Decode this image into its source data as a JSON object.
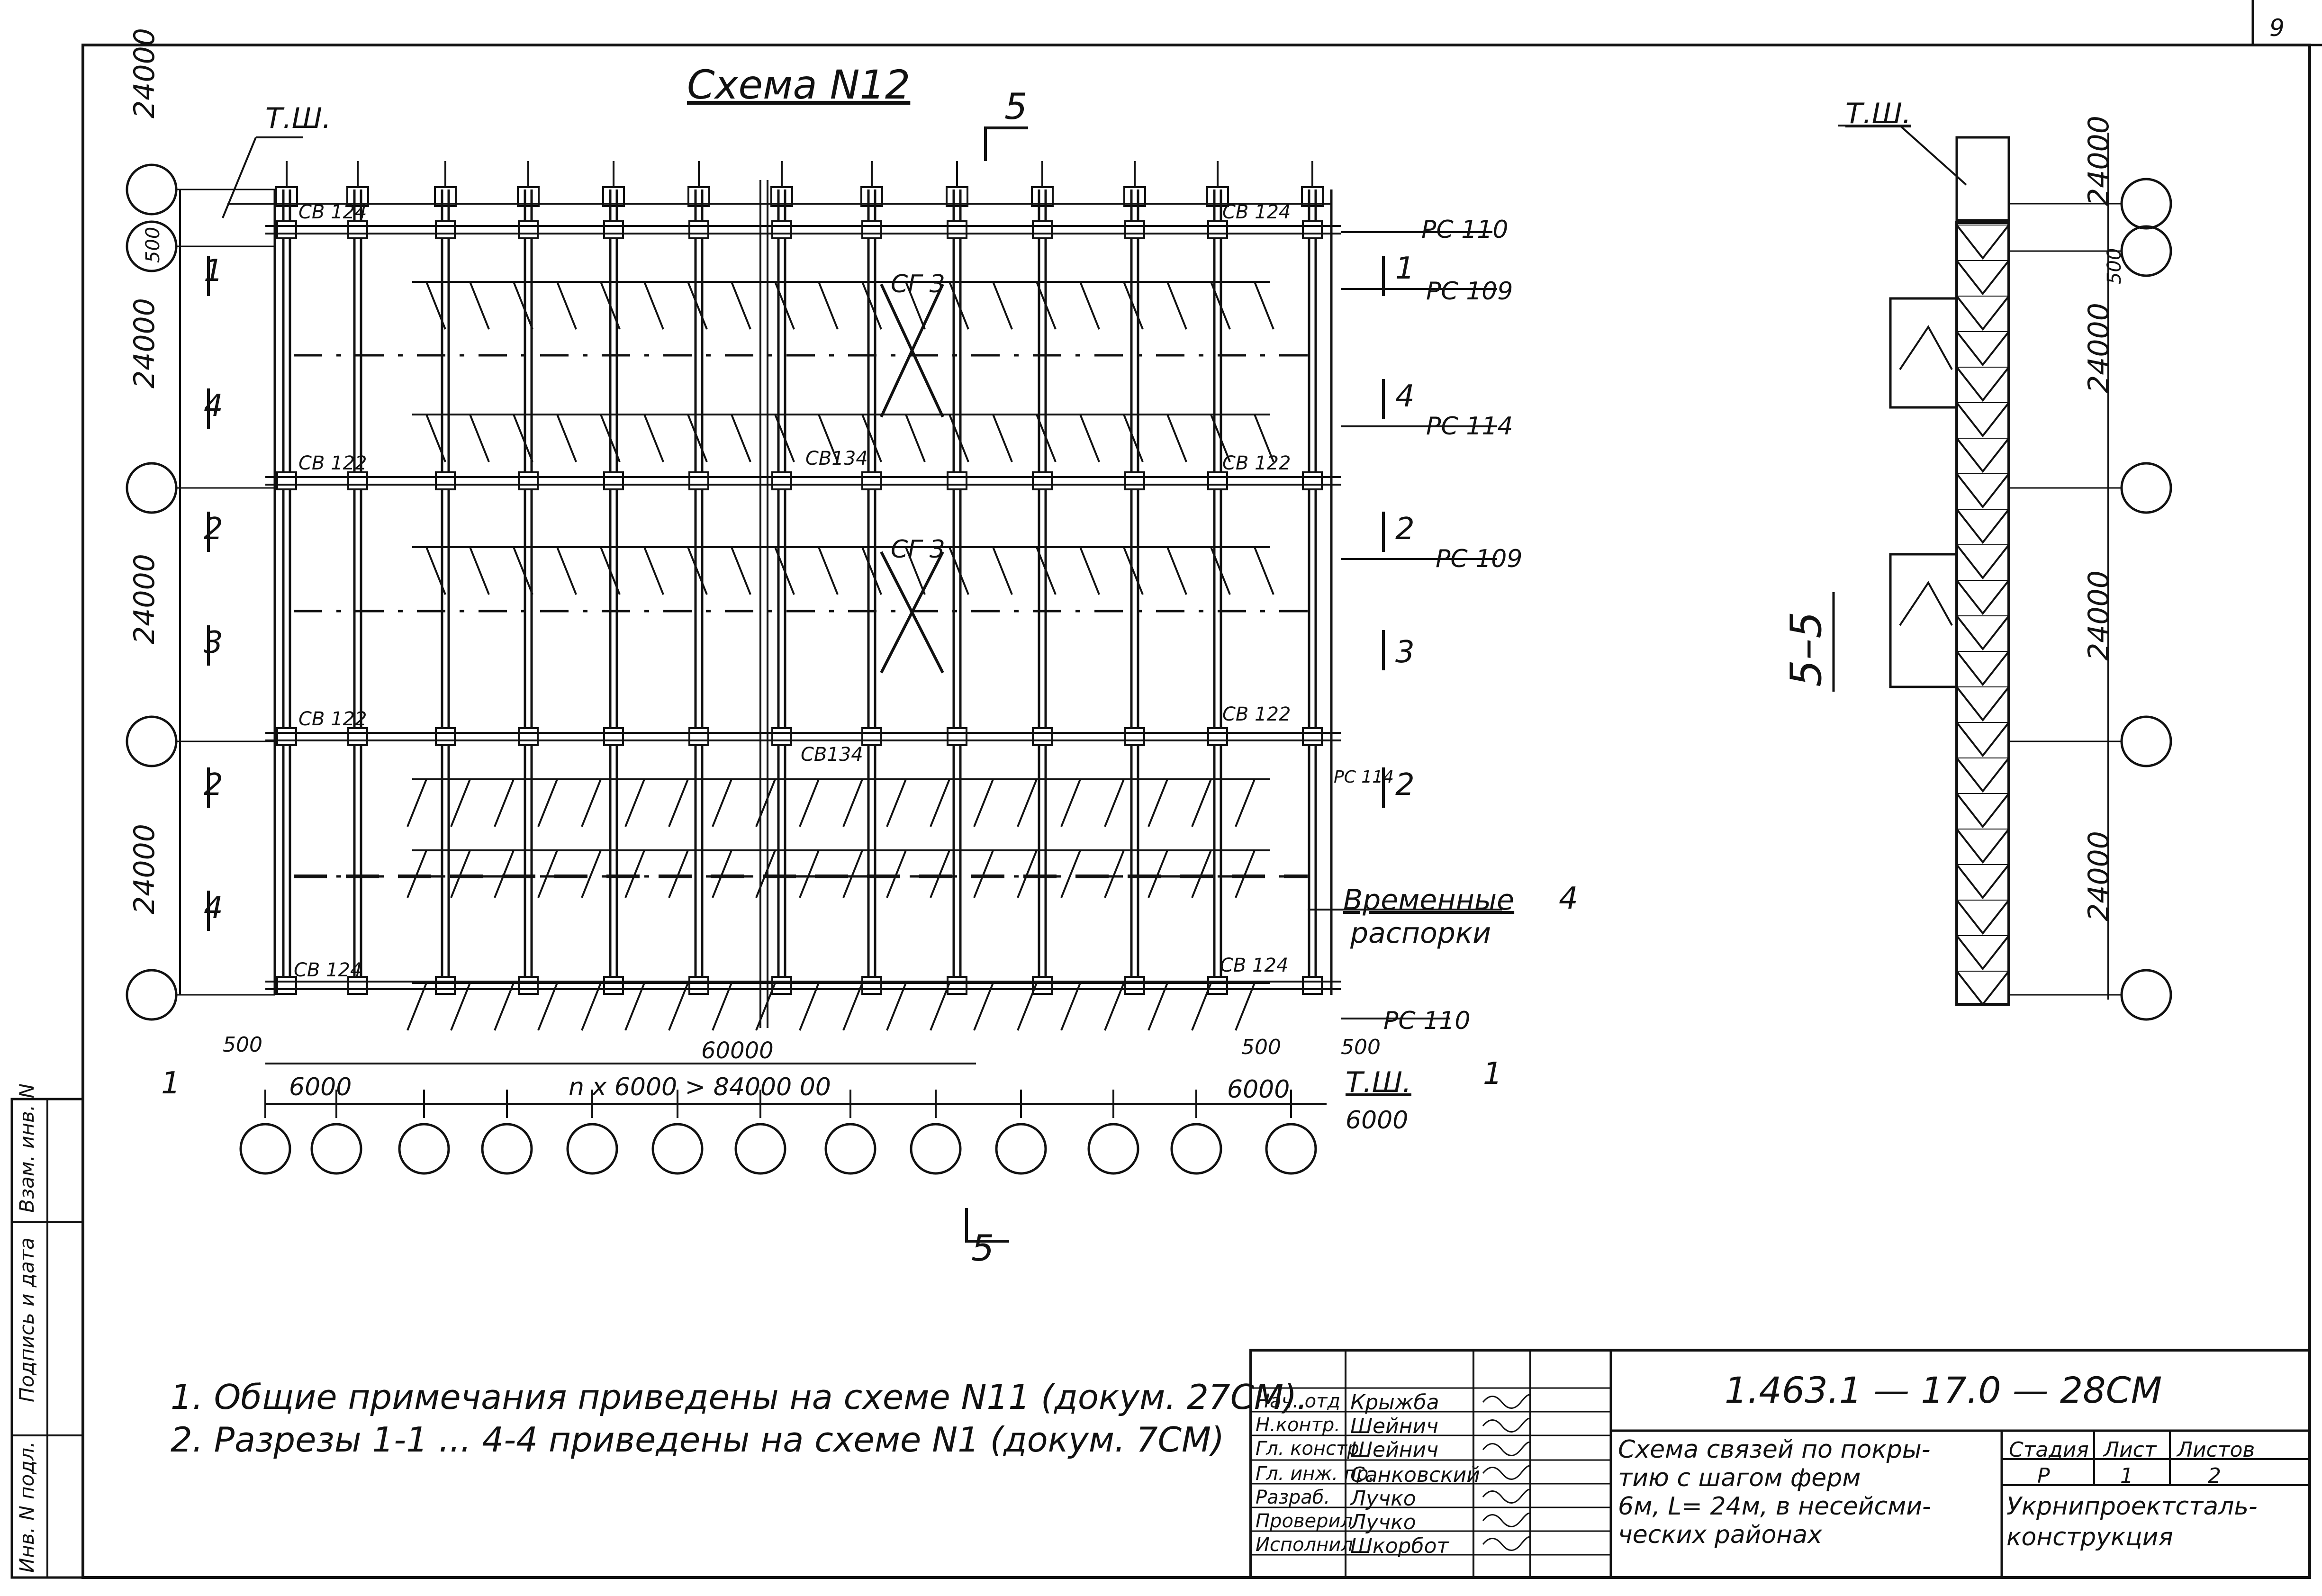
{
  "sheet_number": "9",
  "plan": {
    "title": "Схема N12",
    "section_marker": "5",
    "tsh": "Т.Ш.",
    "sections": {
      "s1": "1",
      "s2": "2",
      "s3": "3",
      "s4": "4"
    },
    "ridge_dims": {
      "span": "24000",
      "offset": "500"
    },
    "bay_dims": {
      "first": "6000",
      "middle": "n x 6000 > 84000 00",
      "last": "6000",
      "last_extra": "6000",
      "end_offset": "500",
      "half": "60000"
    },
    "elements": {
      "sv124": "СВ 124",
      "sv122": "СВ 122",
      "sv134": "СВ134",
      "rs110": "РС 110",
      "rs109": "РС 109",
      "rs114": "РС 114",
      "sg3": "СГ 3",
      "temp1": "Временные",
      "temp2": "распорки"
    }
  },
  "section_view": {
    "label": "5–5",
    "tsh": "Т.Ш.",
    "dims": [
      "24000",
      "500",
      "24000",
      "24000",
      "24000"
    ]
  },
  "notes": [
    "1. Общие примечания приведены на схеме N11 (докум. 27СМ).",
    "2. Разрезы 1-1 ... 4-4 приведены на схеме N1 (докум. 7СМ)"
  ],
  "title_block": {
    "code": "1.463.1 — 17.0 — 28СМ",
    "roles": [
      "Нач. отд",
      "Н.контр.",
      "Гл. констр",
      "Гл. инж. пр.",
      "Разраб.",
      "Проверил",
      "Исполнил"
    ],
    "names": [
      "Крыжба",
      "Шейнич",
      "Шейнич",
      "Санковский",
      "Лучко",
      "Лучко",
      "Шкорбот"
    ],
    "description": [
      "Схема связей по покры-",
      "тию с шагом ферм",
      "6м, L= 24м, в несейсми-",
      "ческих районах"
    ],
    "headers": {
      "stage": "Стадия",
      "sheet": "Лист",
      "sheets": "Листов"
    },
    "values": {
      "stage": "Р",
      "sheet": "1",
      "sheets": "2"
    },
    "org": [
      "Укрнипроектсталь-",
      "конструкция"
    ]
  },
  "side_stamp": [
    "Инв. N подл.",
    "Подпись и дата",
    "Взам. инв. N"
  ]
}
